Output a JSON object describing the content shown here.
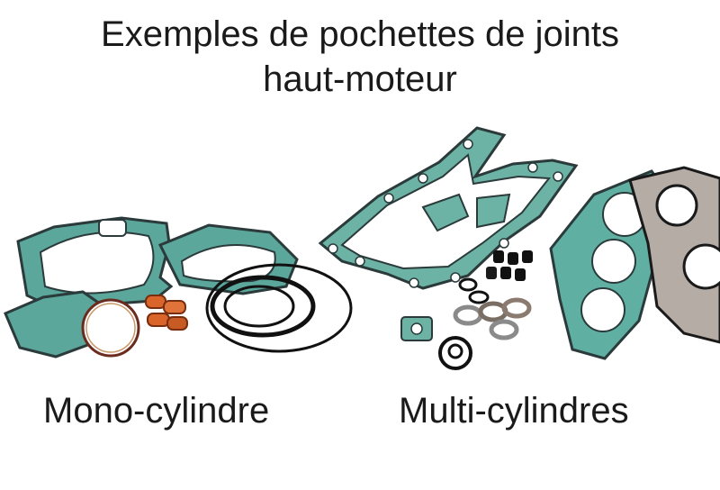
{
  "title": {
    "line1": "Exemples de pochettes de joints",
    "line2": "haut-moteur"
  },
  "captions": {
    "mono": "Mono-cylindre",
    "multi": "Multi-cylindres"
  },
  "colors": {
    "gasket_green": "#4fa39a",
    "gasket_dark": "#2b3a3a",
    "copper": "#d9652b",
    "ring_black": "#111111",
    "metal_gray": "#8a8a8a"
  }
}
